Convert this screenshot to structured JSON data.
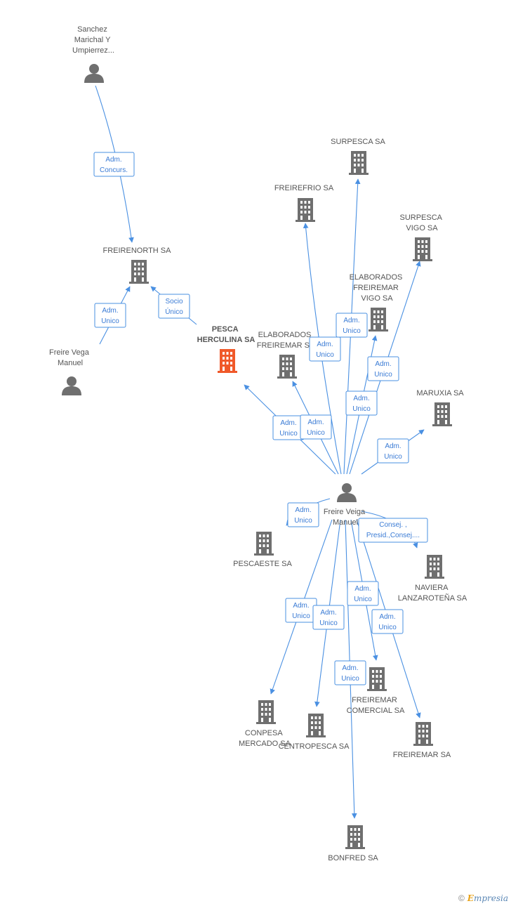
{
  "colors": {
    "edge": "#4a90e2",
    "company": "#6f6f6f",
    "focus": "#f0592a",
    "person": "#6f6f6f"
  },
  "nodes": [
    {
      "id": "sanchez",
      "type": "person",
      "label": [
        "Sanchez",
        "Marichal Y",
        "Umpierrez..."
      ]
    },
    {
      "id": "freirenorth",
      "type": "company",
      "label": [
        "FREIRENORTH SA"
      ]
    },
    {
      "id": "freirevega",
      "type": "person",
      "label": [
        "Freire Vega",
        "Manuel"
      ]
    },
    {
      "id": "pesca",
      "type": "focus",
      "label": [
        "PESCA",
        "HERCULINA SA"
      ]
    },
    {
      "id": "surpesca",
      "type": "company",
      "label": [
        "SURPESCA SA"
      ]
    },
    {
      "id": "freirefrio",
      "type": "company",
      "label": [
        "FREIREFRIO SA"
      ]
    },
    {
      "id": "surpescavigo",
      "type": "company",
      "label": [
        "SURPESCA",
        "VIGO SA"
      ]
    },
    {
      "id": "elabvigo",
      "type": "company",
      "label": [
        "ELABORADOS",
        "FREIREMAR",
        "VIGO SA"
      ]
    },
    {
      "id": "elabfreiremar",
      "type": "company",
      "label": [
        "ELABORADOS",
        "FREIREMAR SA"
      ]
    },
    {
      "id": "maruxia",
      "type": "company",
      "label": [
        "MARUXIA SA"
      ]
    },
    {
      "id": "freireveiga",
      "type": "person",
      "label": [
        "Freire Veiga",
        "Manuel"
      ]
    },
    {
      "id": "pescaeste",
      "type": "company",
      "label": [
        "PESCAESTE SA"
      ]
    },
    {
      "id": "naviera",
      "type": "company",
      "label": [
        "NAVIERA",
        "LANZAROTEÑA SA"
      ]
    },
    {
      "id": "freiremarcom",
      "type": "company",
      "label": [
        "FREIREMAR",
        "COMERCIAL SA"
      ]
    },
    {
      "id": "conpesca",
      "type": "company",
      "label": [
        "CONPESA",
        "MERCADO SA"
      ]
    },
    {
      "id": "centropesca",
      "type": "company",
      "label": [
        "CENTROPESCA SA"
      ]
    },
    {
      "id": "freiremar",
      "type": "company",
      "label": [
        "FREIREMAR SA"
      ]
    },
    {
      "id": "bonfred",
      "type": "company",
      "label": [
        "BONFRED SA"
      ]
    }
  ],
  "relations": [
    {
      "id": "r1",
      "label": [
        "Adm.",
        "Concurs."
      ]
    },
    {
      "id": "r2",
      "label": [
        "Adm.",
        "Unico"
      ]
    },
    {
      "id": "r3",
      "label": [
        "Socio",
        "Único"
      ]
    },
    {
      "id": "r4",
      "label": [
        "Adm.",
        "Unico"
      ]
    },
    {
      "id": "r5",
      "label": [
        "Adm.",
        "Unico"
      ]
    },
    {
      "id": "r6",
      "label": [
        "Adm.",
        "Unico"
      ]
    },
    {
      "id": "r7",
      "label": [
        "Adm.",
        "Unico"
      ]
    },
    {
      "id": "r8",
      "label": [
        "Adm.",
        "Unico"
      ]
    },
    {
      "id": "r9",
      "label": [
        "Adm.",
        "Unico"
      ]
    },
    {
      "id": "r10",
      "label": [
        "Adm.",
        "Unico"
      ]
    },
    {
      "id": "r11",
      "label": [
        "Adm.",
        "Unico"
      ]
    },
    {
      "id": "r12",
      "label": [
        "Consej. ,",
        "Presid.,Consej...."
      ]
    },
    {
      "id": "r13",
      "label": [
        "Adm.",
        "Unico"
      ]
    },
    {
      "id": "r14",
      "label": [
        "Adm.",
        "Unico"
      ]
    },
    {
      "id": "r15",
      "label": [
        "Adm.",
        "Unico"
      ]
    },
    {
      "id": "r16",
      "label": [
        "Adm.",
        "Unico"
      ]
    },
    {
      "id": "r17",
      "label": [
        "Adm.",
        "Unico"
      ]
    }
  ],
  "footer": {
    "copyright": "©",
    "brand_initial": "E",
    "brand_rest": "mpresia"
  }
}
